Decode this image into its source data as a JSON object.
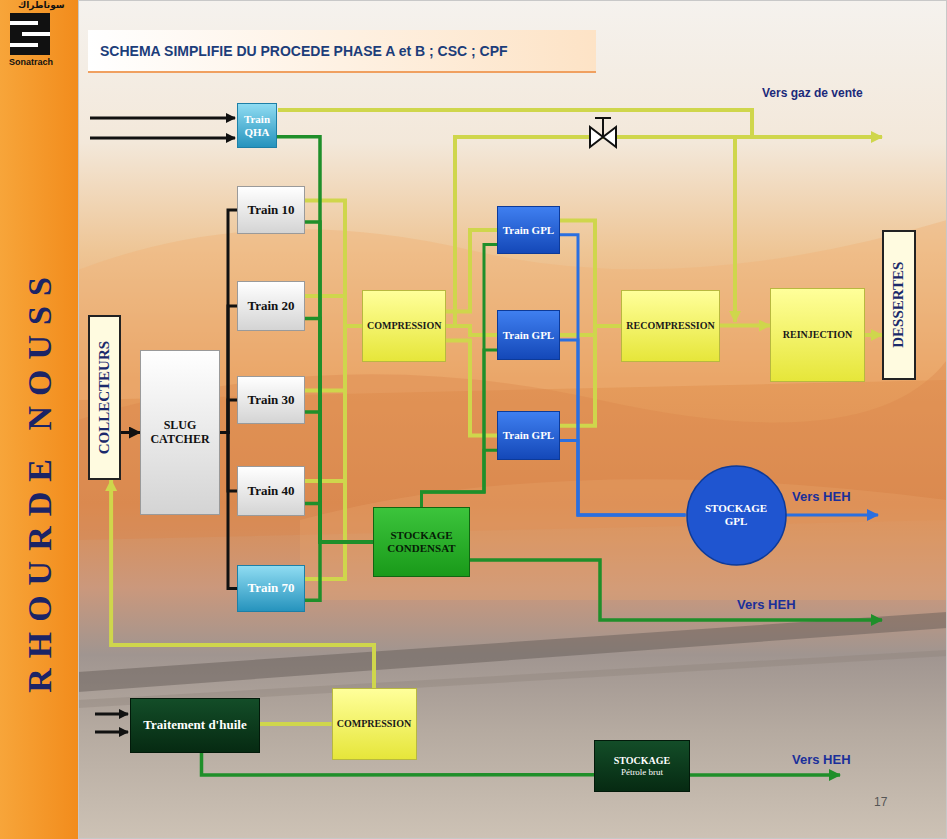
{
  "diagram": {
    "title": "SCHEMA SIMPLIFIE DU PROCEDE PHASE A et B ; CSC ; CPF",
    "nodes": [
      {
        "text": [
          "COLLECTEURS"
        ]
      },
      {
        "text": [
          "SLUG CATCHER"
        ]
      },
      {
        "text": [
          "Train QHA"
        ]
      },
      {
        "text": [
          "Train 10"
        ]
      },
      {
        "text": [
          "Train 20"
        ]
      },
      {
        "text": [
          "Train 30"
        ]
      },
      {
        "text": [
          "Train 40"
        ]
      },
      {
        "text": [
          "Train 70"
        ]
      },
      {
        "text": [
          "COMPRESSION"
        ]
      },
      {
        "text": [
          "Train GPL"
        ]
      },
      {
        "text": [
          "Train GPL"
        ]
      },
      {
        "text": [
          "Train GPL"
        ]
      },
      {
        "text": [
          "RECOMPRESSION"
        ]
      },
      {
        "text": [
          "REINJECTION"
        ]
      },
      {
        "text": [
          "DESSERTES"
        ]
      },
      {
        "text": [
          "STOCKAGE GPL"
        ]
      },
      {
        "text": [
          "STOCKAGE CONDENSAT"
        ]
      },
      {
        "text": [
          "Traitement d'huile"
        ]
      },
      {
        "text": [
          "COMPRESSION"
        ]
      },
      {
        "text": [
          "STOCKAGE",
          "Pétrole brut"
        ]
      }
    ],
    "edges": [
      {
        "from": 0,
        "to": 1,
        "arrow": "to"
      },
      {
        "from": 1,
        "to": 3,
        "arrow": "none"
      },
      {
        "from": 1,
        "to": 4,
        "arrow": "none"
      },
      {
        "from": 1,
        "to": 5,
        "arrow": "none"
      },
      {
        "from": 1,
        "to": 6,
        "arrow": "none"
      },
      {
        "from": 1,
        "to": 7,
        "arrow": "none"
      },
      {
        "from": 3,
        "to": 8,
        "arrow": "none"
      },
      {
        "from": 4,
        "to": 8,
        "arrow": "none"
      },
      {
        "from": 5,
        "to": 8,
        "arrow": "none"
      },
      {
        "from": 6,
        "to": 8,
        "arrow": "none"
      },
      {
        "from": 7,
        "to": 8,
        "arrow": "none"
      },
      {
        "from": 2,
        "to": 16,
        "arrow": "none"
      },
      {
        "from": 3,
        "to": 16,
        "arrow": "none"
      },
      {
        "from": 4,
        "to": 16,
        "arrow": "none"
      },
      {
        "from": 5,
        "to": 16,
        "arrow": "none"
      },
      {
        "from": 6,
        "to": 16,
        "arrow": "none"
      },
      {
        "from": 7,
        "to": 16,
        "arrow": "none"
      },
      {
        "from": 8,
        "to": 9,
        "arrow": "none"
      },
      {
        "from": 8,
        "to": 10,
        "arrow": "none"
      },
      {
        "from": 8,
        "to": 11,
        "arrow": "none"
      },
      {
        "from": 10,
        "to": 12,
        "arrow": "none"
      },
      {
        "from": 9,
        "to": 12,
        "arrow": "none"
      },
      {
        "from": 11,
        "to": 12,
        "arrow": "none"
      },
      {
        "from": 12,
        "to": 13,
        "arrow": "to"
      },
      {
        "from": 13,
        "to": 14,
        "arrow": "to"
      },
      {
        "from": 9,
        "to": 15,
        "arrow": "none"
      },
      {
        "from": 10,
        "to": 15,
        "arrow": "none"
      },
      {
        "from": 11,
        "to": 15,
        "arrow": "none"
      },
      {
        "from": 9,
        "to": 16,
        "arrow": "none"
      },
      {
        "from": 10,
        "to": 16,
        "arrow": "none"
      },
      {
        "from": 11,
        "to": 16,
        "arrow": "none"
      },
      {
        "from": 17,
        "to": 18,
        "arrow": "none"
      },
      {
        "from": 18,
        "to": 0,
        "arrow": "to"
      },
      {
        "from": 17,
        "to": 19,
        "arrow": "none"
      }
    ],
    "labels": [
      "سوناطراك",
      "Sonatrach",
      "RHOURDE NOUSS",
      "Vers gaz de vente",
      "Vers HEH",
      "Vers HEH",
      "Vers HEH",
      "17"
    ]
  }
}
